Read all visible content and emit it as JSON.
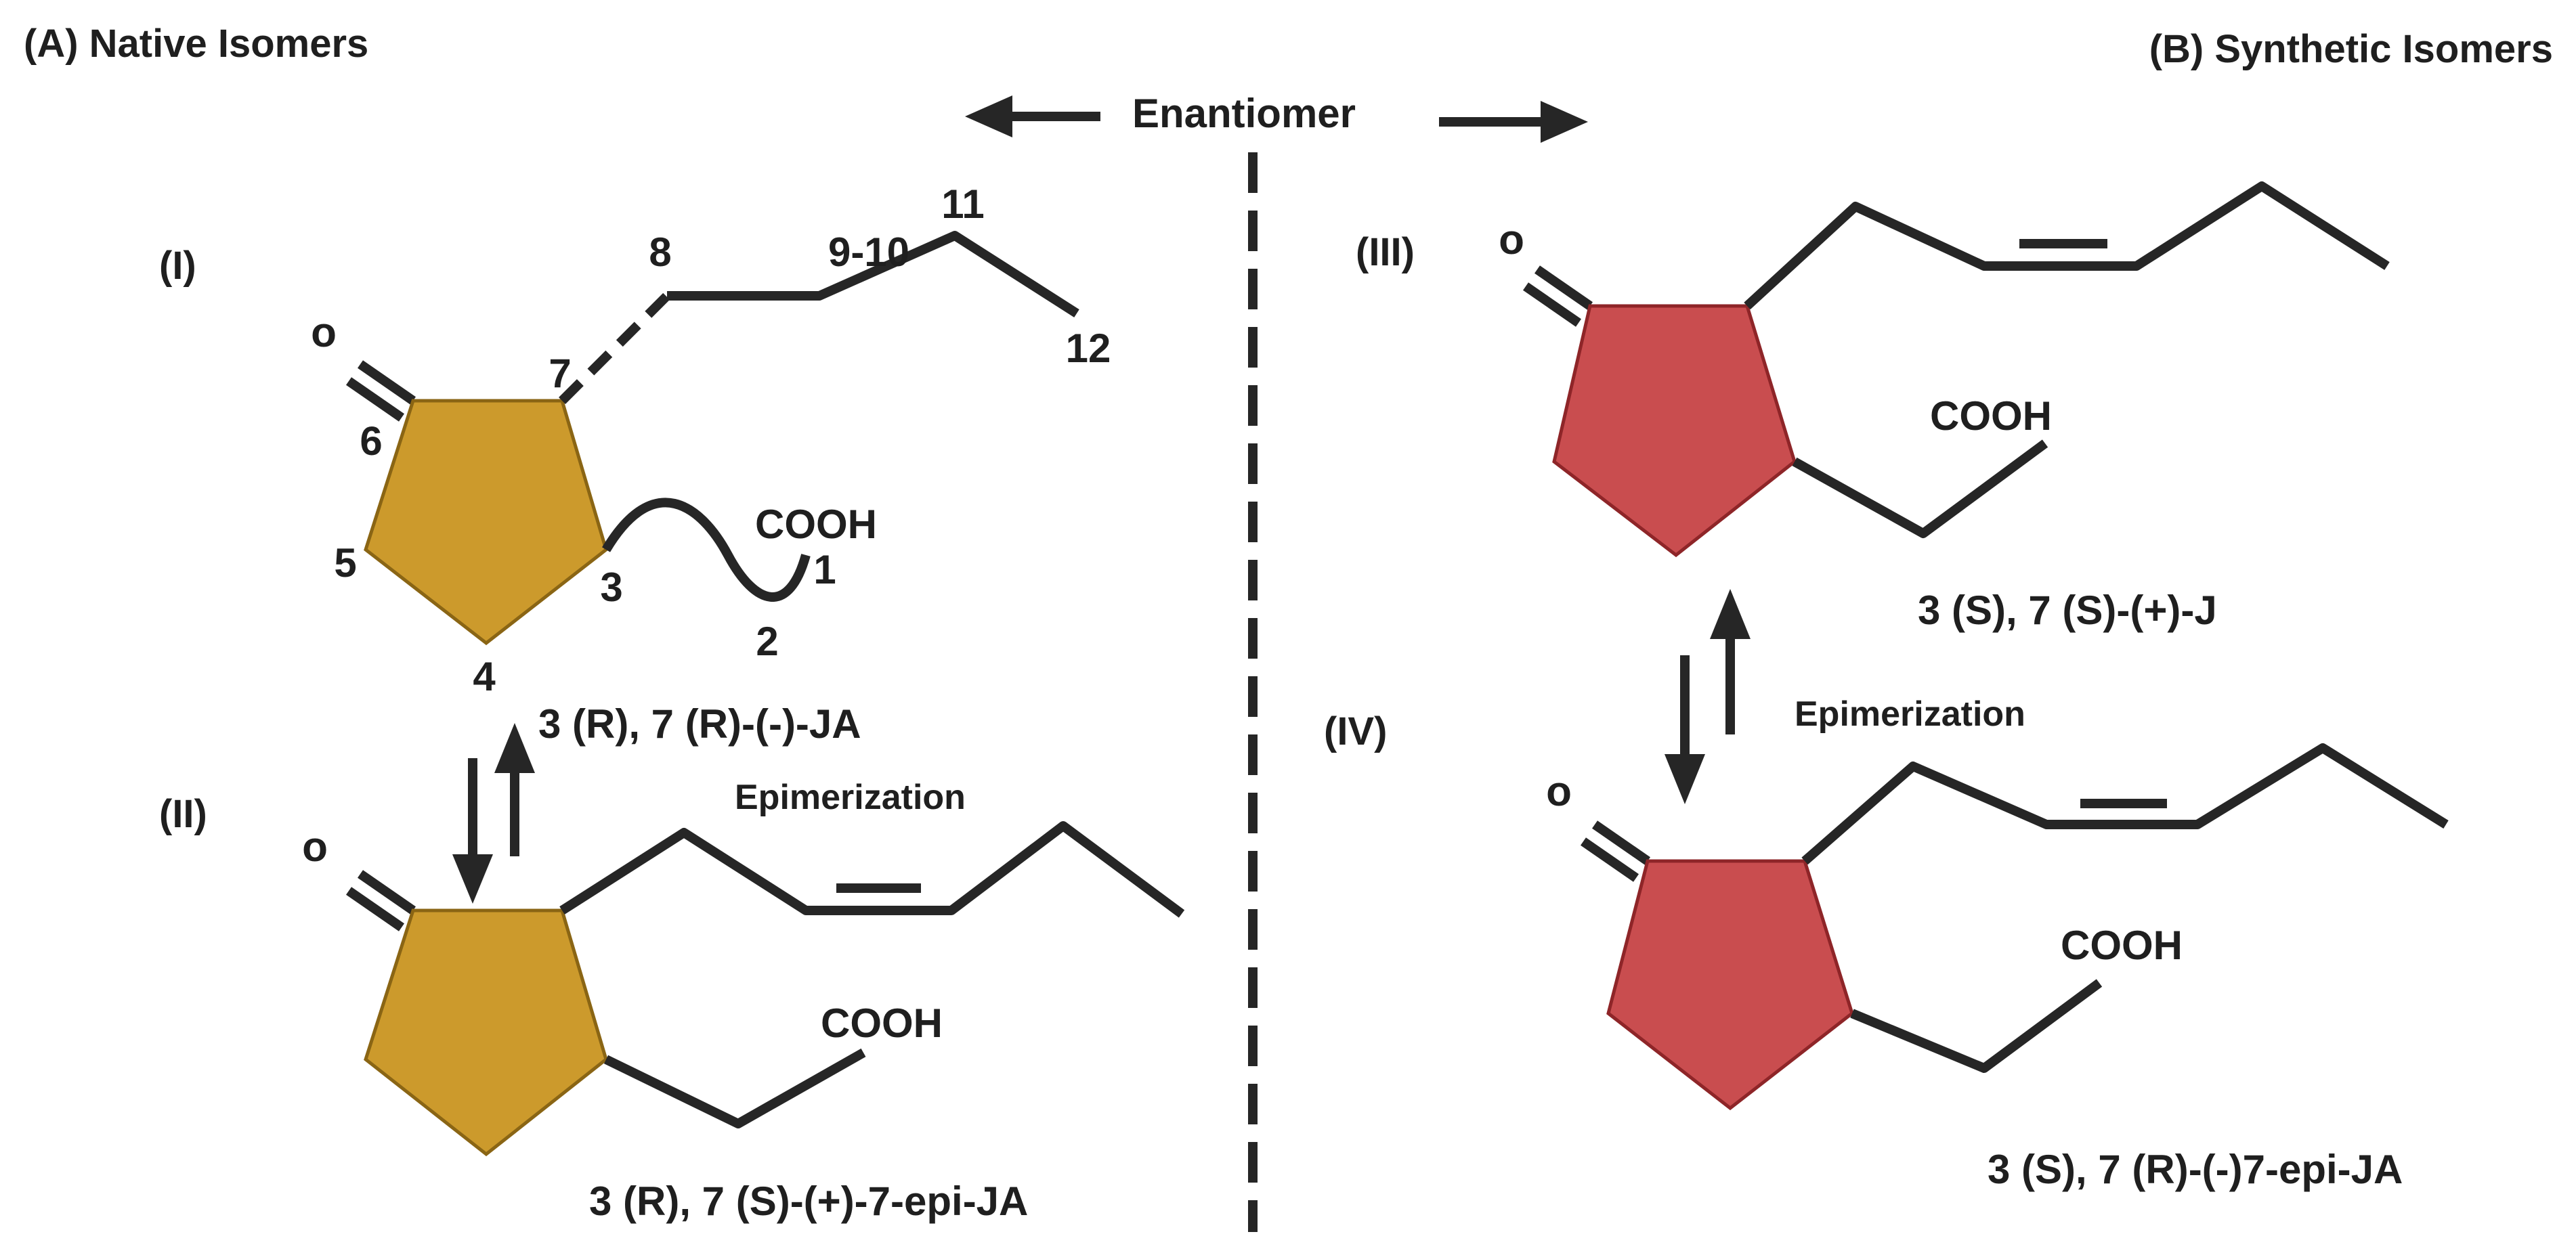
{
  "colors": {
    "native_ring": "#CC9A2C",
    "native_ring_stroke": "#8A6514",
    "synthetic_ring": "#C94D4F",
    "synthetic_ring_stroke": "#8E2528",
    "bond": "#262626",
    "text": "#1f1f1f"
  },
  "panels": {
    "a_title": "(A) Native Isomers",
    "b_title": "(B) Synthetic Isomers"
  },
  "center_label": "Enantiomer",
  "isomers": {
    "i": {
      "numeral": "(I)",
      "name": "3 (R), 7 (R)-(-)-JA",
      "oxygen": "o",
      "acid": "COOH",
      "carbons": [
        "1",
        "2",
        "3",
        "4",
        "5",
        "6",
        "7",
        "8",
        "9-10",
        "11",
        "12"
      ]
    },
    "ii": {
      "numeral": "(II)",
      "name": "3 (R), 7 (S)-(+)-7-epi-JA",
      "oxygen": "o",
      "acid": "COOH"
    },
    "iii": {
      "numeral": "(III)",
      "name": "3 (S), 7 (S)-(+)-J",
      "oxygen": "o",
      "acid": "COOH"
    },
    "iv": {
      "numeral": "(IV)",
      "name": "3 (S), 7 (R)-(-)7-epi-JA",
      "oxygen": "o",
      "acid": "COOH"
    }
  },
  "epimerization_left": "Epimerization",
  "epimerization_right": "Epimerization"
}
